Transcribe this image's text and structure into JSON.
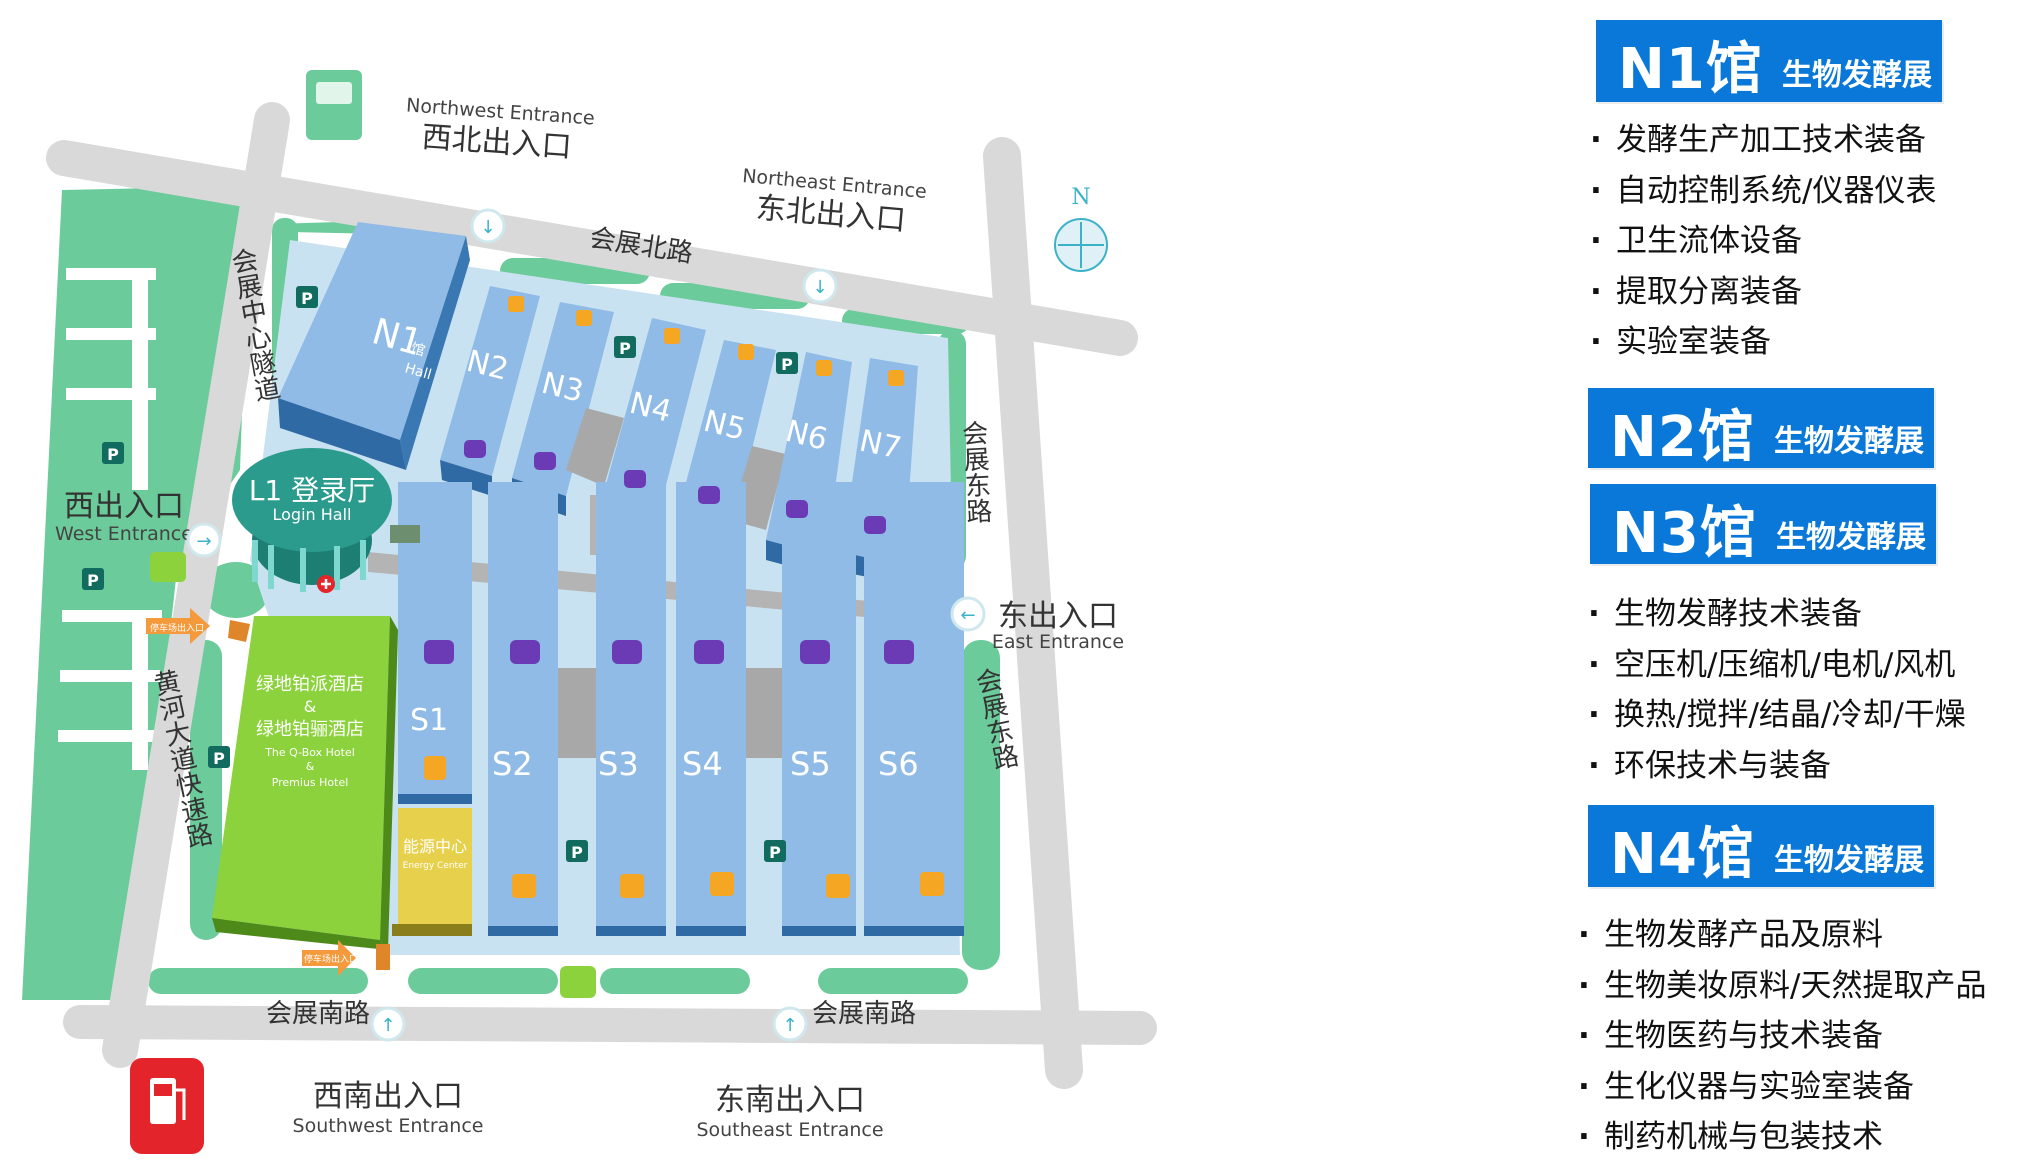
{
  "roads": {
    "north": "会展北路",
    "south_left": "会展南路",
    "south_right": "会展南路",
    "east_upper": "会展东路",
    "east_lower": "会展东路",
    "tunnel": "会展中心隧道",
    "expressway": "黄河大道快速路"
  },
  "entrances": {
    "northwest": {
      "cn": "西北出入口",
      "en": "Northwest Entrance"
    },
    "northeast": {
      "cn": "东北出入口",
      "en": "Northeast Entrance"
    },
    "west": {
      "cn": "西出入口",
      "en": "West Entrance"
    },
    "east": {
      "cn": "东出入口",
      "en": "East Entrance"
    },
    "southwest": {
      "cn": "西南出入口",
      "en": "Southwest Entrance"
    },
    "southeast": {
      "cn": "东南出入口",
      "en": "Southeast Entrance"
    }
  },
  "compass": "N",
  "parking_label": "P",
  "login_hall": {
    "cn": "L1 登录厅",
    "en": "Login Hall"
  },
  "hotel": {
    "cn1": "绿地铂派酒店",
    "amp1": "&",
    "cn2": "绿地铂骊酒店",
    "en1": "The Q-Box Hotel",
    "amp2": "&",
    "en2": "Premius Hotel"
  },
  "energy": {
    "cn": "能源中心",
    "en": "Energy Center"
  },
  "taxi_label": "停车场出入口",
  "hall_suffix": {
    "cn": "馆",
    "en": "Hall"
  },
  "north_halls": [
    "N1",
    "N2",
    "N3",
    "N4",
    "N5",
    "N6",
    "N7"
  ],
  "south_halls": [
    "S1",
    "S2",
    "S3",
    "S4",
    "S5",
    "S6"
  ],
  "colors": {
    "hall_blue": "#8fbbe6",
    "site_blue": "#c9e2f1",
    "green": "#6ccb9a",
    "road_gray": "#d9d9d9",
    "hotel_green": "#8cd23c",
    "energy_yellow": "#e7d04c",
    "login_teal": "#2a9b8c",
    "panel_blue": "#0a78d8",
    "service_purple": "#6b3bb5",
    "food_orange": "#f5a623",
    "fuel_red": "#e4242b"
  },
  "panel": [
    {
      "hall": "N1馆",
      "category": "生物发酵展",
      "items": [
        "发酵生产加工技术装备",
        "自动控制系统/仪器仪表",
        "卫生流体设备",
        "提取分离装备",
        "实验室装备"
      ]
    },
    {
      "hall": "N2馆",
      "category": "生物发酵展",
      "items": []
    },
    {
      "hall": "N3馆",
      "category": "生物发酵展",
      "items": [
        "生物发酵技术装备",
        "空压机/压缩机/电机/风机",
        "换热/搅拌/结晶/冷却/干燥",
        "环保技术与装备"
      ]
    },
    {
      "hall": "N4馆",
      "category": "生物发酵展",
      "items": [
        "生物发酵产品及原料",
        "生物美妆原料/天然提取产品",
        "生物医药与技术装备",
        "生化仪器与实验室装备",
        "制药机械与包装技术"
      ]
    }
  ]
}
